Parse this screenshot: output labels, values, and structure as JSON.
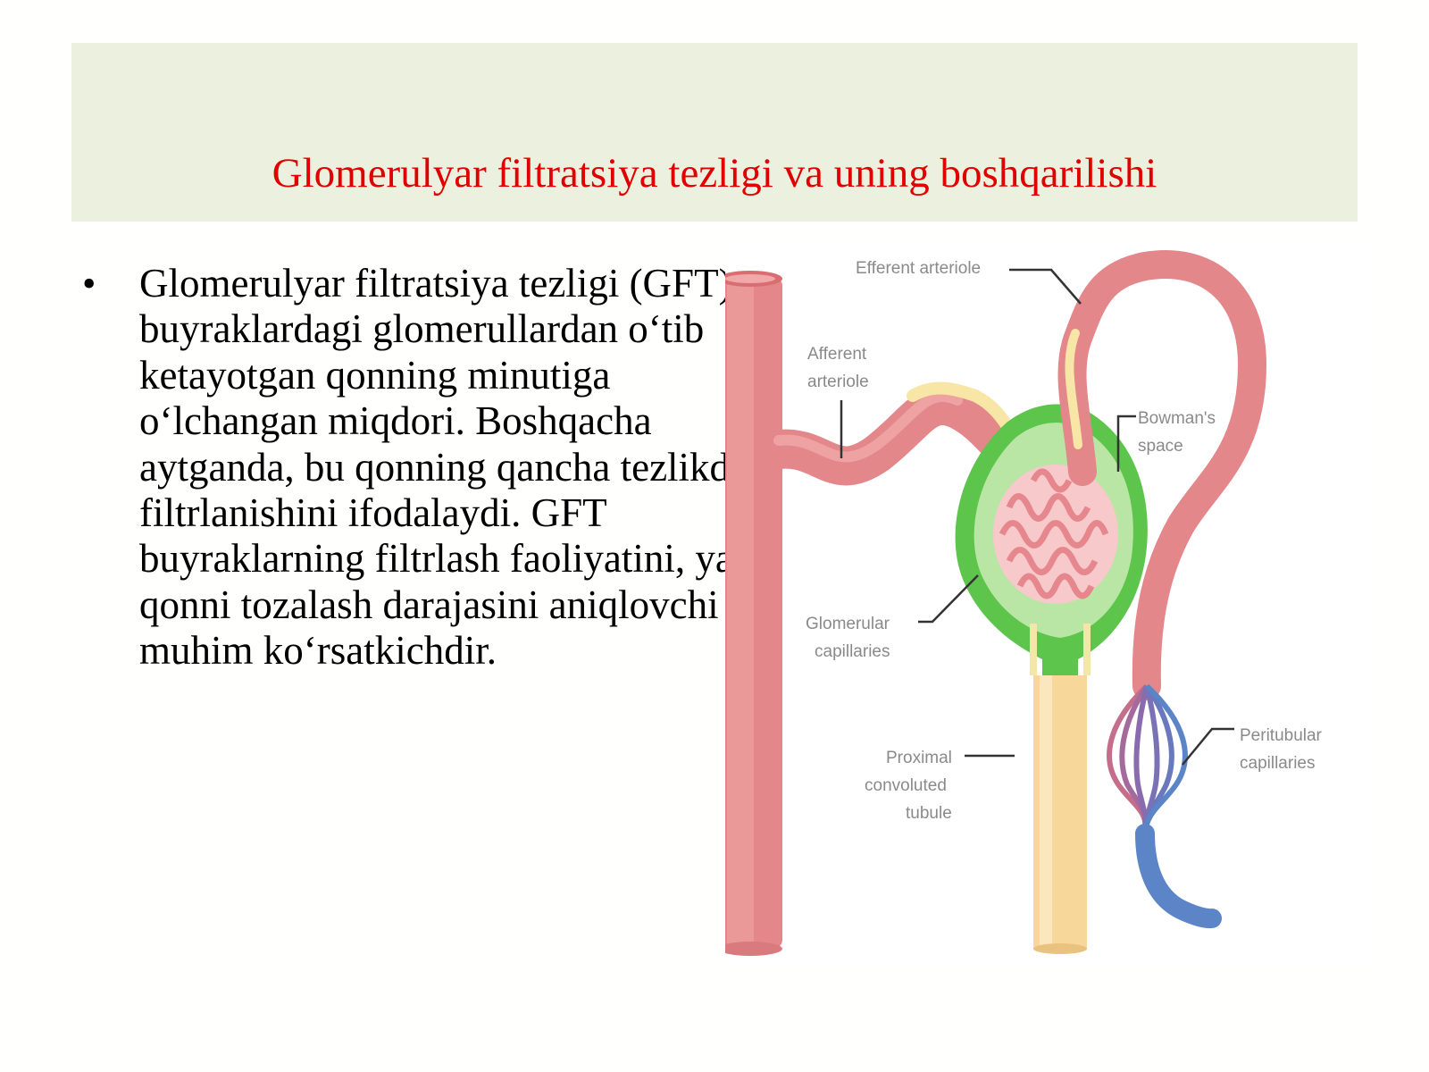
{
  "slide": {
    "title": "Glomerulyar filtratsiya tezligi va uning boshqarilishi",
    "bullet_marker": "•",
    "bullet_text": "Glomerulyar filtratsiya tezligi (GFT) bu buyraklardagi glomerullardan o‘tib ketayotgan qonning minutiga o‘lchangan miqdori. Boshqacha aytganda, bu qonning qancha tezlikda filtrlanishini ifodalaydi. GFT buyraklarning filtrlash faoliyatini, ya'ni qonni tozalash darajasini aniqlovchi muhim ko‘rsatkichdir."
  },
  "figure": {
    "labels": {
      "efferent_1": "Efferent arteriole",
      "afferent_1": "Afferent",
      "afferent_2": "arteriole",
      "bowman_1": "Bowman's",
      "bowman_2": "space",
      "glomerular_1": "Glomerular",
      "glomerular_2": "capillaries",
      "proximal_1": "Proximal",
      "proximal_2": "convoluted",
      "proximal_3": "tubule",
      "peritubular_1": "Peritubular",
      "peritubular_2": "capillaries"
    },
    "colors": {
      "artery": "#e3878a",
      "artery_light": "#f0a9a8",
      "bowman": "#5ec54c",
      "bowman_light": "#b9e6a4",
      "tubule": "#f7d89a",
      "tubule_edge": "#f2e6a8",
      "venous": "#5c85c8",
      "capillary_tuft": "#f3b3b6"
    }
  }
}
